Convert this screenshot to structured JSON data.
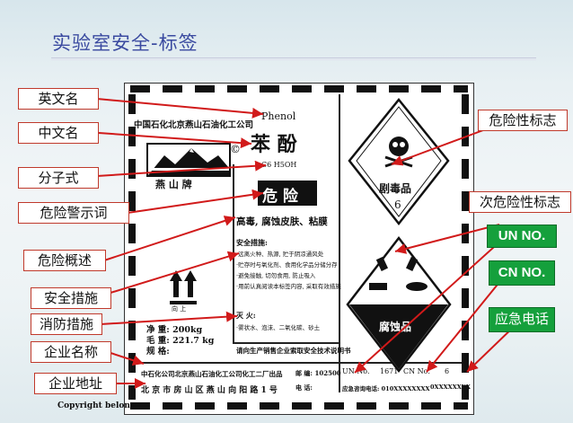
{
  "page": {
    "title": "实验室安全-标签",
    "copyright": "Copyright belong"
  },
  "callouts": {
    "english_name": "英文名",
    "chinese_name": "中文名",
    "formula": "分子式",
    "warning_word": "危险警示词",
    "hazard_summary": "危险概述",
    "safety_measures": "安全措施",
    "fire_measures": "消防措施",
    "company_name": "企业名称",
    "company_address": "企业地址",
    "hazard_sign": "危险性标志",
    "secondary_hazard_sign": "次危险性标志",
    "un_no": "UN NO.",
    "cn_no": "CN NO.",
    "emergency_phone": "应急电话"
  },
  "label": {
    "company_top": "中国石化北京燕山石油化工公司",
    "brand": "燕 山 牌",
    "english": "Phenol",
    "chinese": "苯    酚",
    "formula": "C6 H5OH",
    "signal_word": "危 险",
    "hazard_text": "高毒, 腐蚀皮肤、粘膜",
    "safety_title": "安全措施:",
    "safety_lines": [
      "·远离火种、热源, 贮于阴凉通风处",
      "·贮存时与氧化剂、食用化学品分储分存",
      "·避免接触, 切勿食用, 防止吸入",
      "·用前认真阅读本标签内容, 采取有效措施"
    ],
    "fire_title": "灭 火:",
    "fire_line": "·雾状水、泡沫、二氧化碳、砂土",
    "net_weight": "净  重: 200kg",
    "gross_weight": "毛  重: 221.7 kg",
    "spec": "规  格:",
    "up_text": "向 上",
    "poison": "剧毒品",
    "poison_class": "6",
    "corrosive": "腐蚀品",
    "ask_text": "请向生产销售企业索取安全技术说明书",
    "producer": "中石化公司北京燕山石油化工公司化工二厂出品",
    "postcode": "邮 编: 102500",
    "address": "北 京 市 房 山 区 燕 山 向 阳 路 1 号",
    "tel": "电 话:",
    "un_no": "UN No.",
    "cn_no": "CN No.",
    "un_value": "1671",
    "cn_value": "6",
    "emergency": "应急咨询电话: 010XXXXXXXX",
    "emergency2": "0XXXXXXXX"
  },
  "colors": {
    "title": "#3a4aa0",
    "callout_border": "#c0392b",
    "arrow": "#d11a1a",
    "green": "#15a03c"
  }
}
